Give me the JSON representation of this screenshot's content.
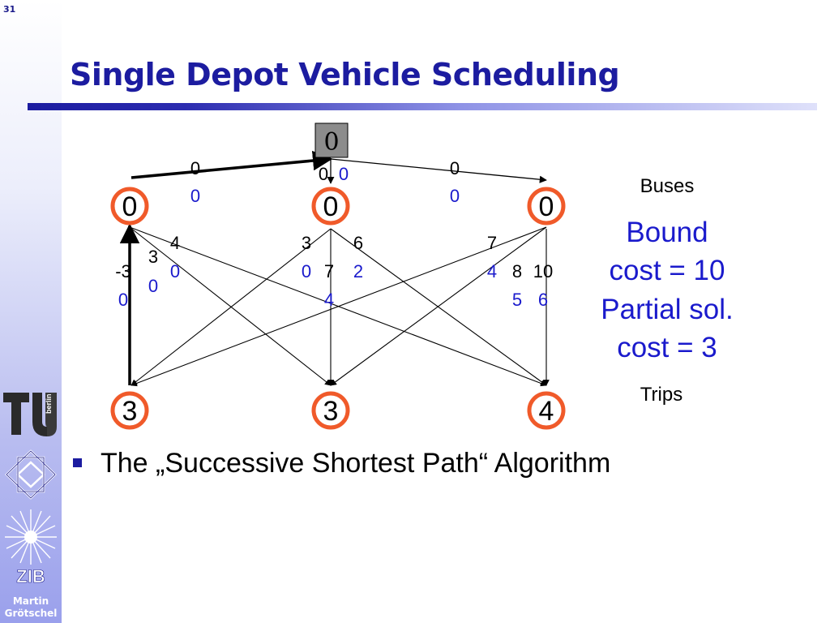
{
  "sidebar": {
    "slide_number": "31",
    "author_line1": "Martin",
    "author_line2": "Grötschel",
    "logo_tu_text": "berlin",
    "logo_zib_text": "ZIB"
  },
  "title": "Single Depot Vehicle Scheduling",
  "diagram": {
    "depot_value": "0",
    "buses_label": "Buses",
    "trips_label": "Trips",
    "bound_line1": "Bound",
    "bound_line2": "cost = 10",
    "partial_line1": "Partial sol.",
    "partial_line2": "cost = 3",
    "bus_node_values": [
      "0",
      "0",
      "0"
    ],
    "trip_node_values": [
      "3",
      "3",
      "4"
    ],
    "depot_arc_labels": {
      "left_cost": "0",
      "left_reduced": "0",
      "mid_cost": "0",
      "mid_reduced": "0",
      "right_cost": "0",
      "right_reduced": "0"
    },
    "edge_labels": {
      "l1_cost": "-3",
      "l1_reduced": "0",
      "l2_cost": "3",
      "l2_reduced": "0",
      "l3_cost": "4",
      "l3_reduced": "0",
      "m1_cost": "3",
      "m1_reduced": "0",
      "m2_cost": "7",
      "m2_reduced": "4",
      "m3_cost": "6",
      "m3_reduced": "2",
      "r1_cost": "7",
      "r1_reduced": "4",
      "r2_cost": "8",
      "r2_reduced": "5",
      "r3_cost": "10",
      "r3_reduced": "6"
    },
    "colors": {
      "cost_text": "#000000",
      "reduced_text": "#1a1acc",
      "node_ring": "#f05a2a",
      "bound_text": "#1a1acc",
      "depot_fill": "#8c8c8c"
    }
  },
  "bullet": "The „Successive Shortest Path“ Algorithm"
}
